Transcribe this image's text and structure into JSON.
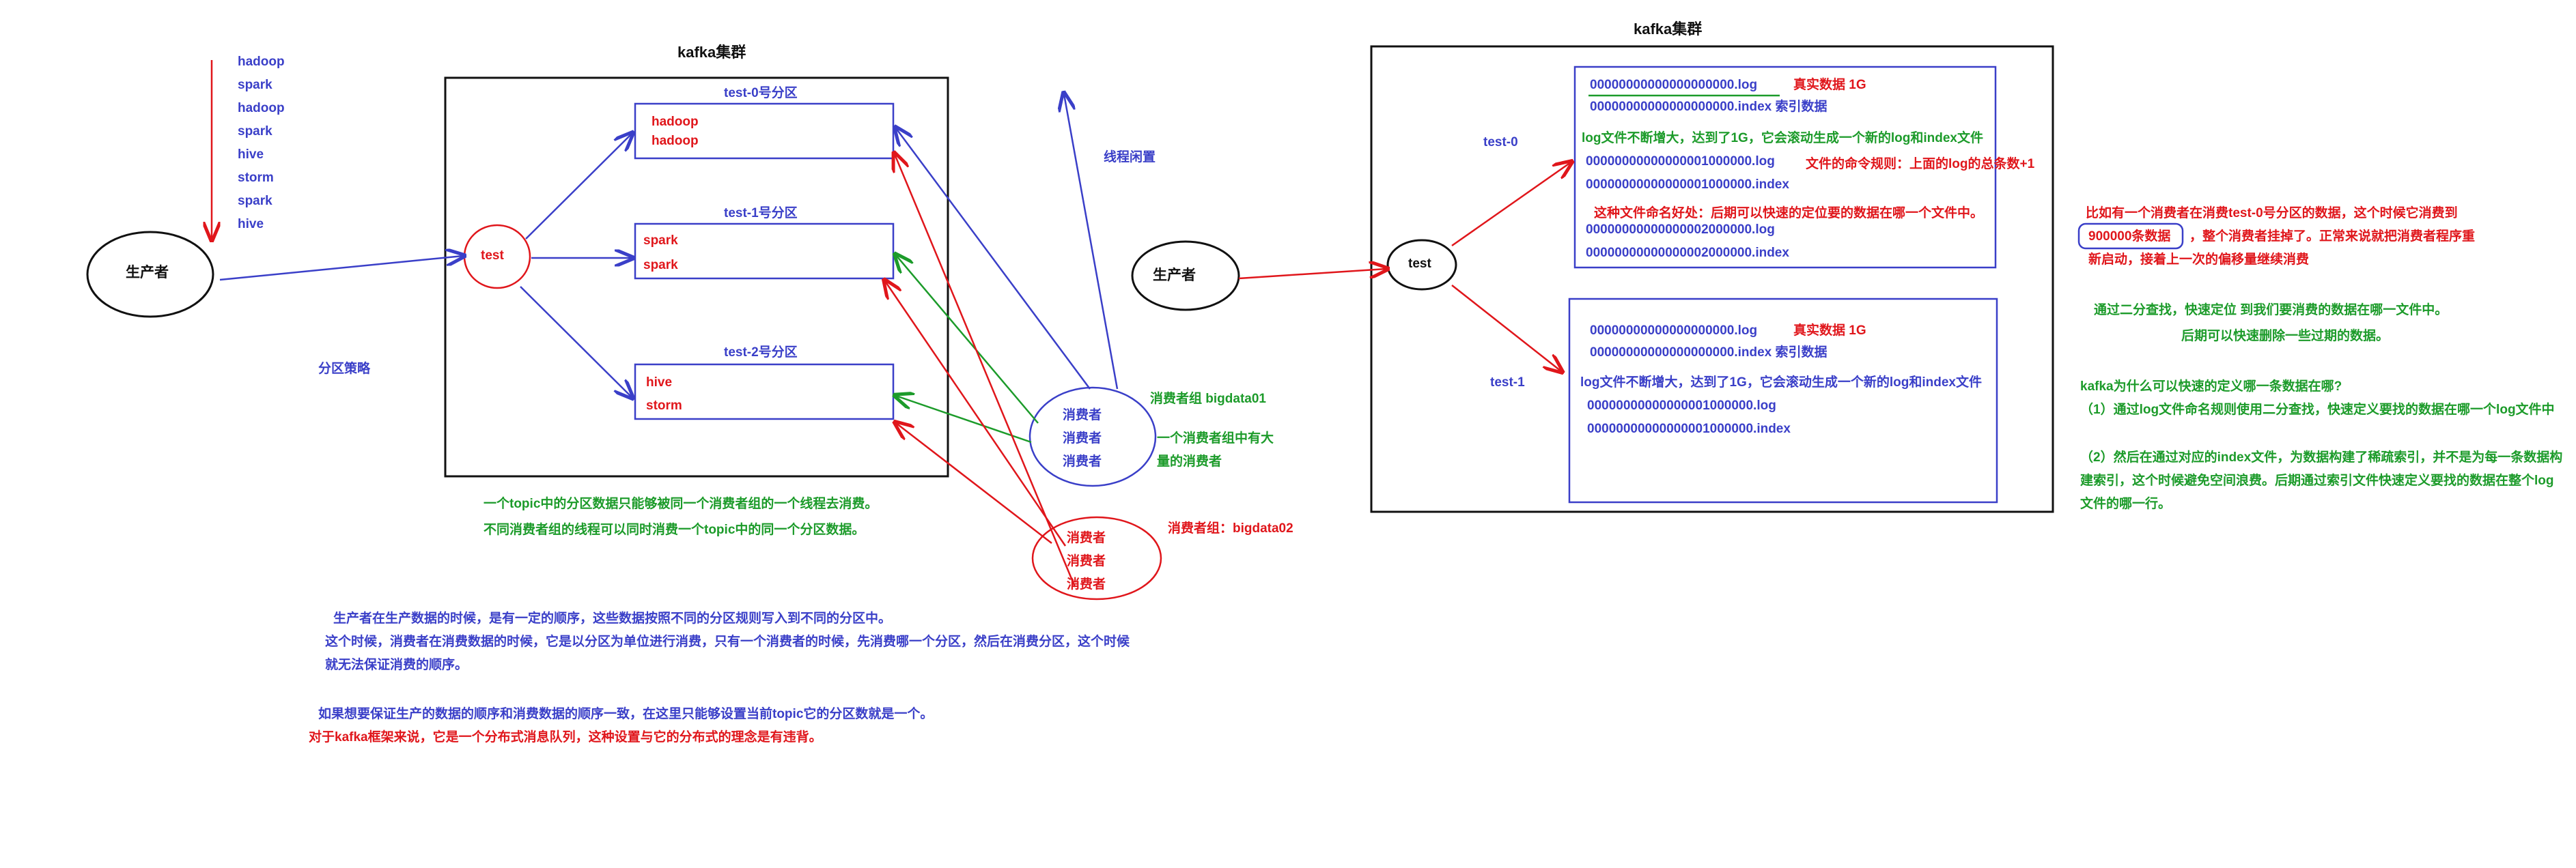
{
  "left": {
    "title": "kafka集群",
    "producer": "生产者",
    "data_stream": [
      "hadoop",
      "spark",
      "hadoop",
      "spark",
      "hive",
      "storm",
      "spark",
      "hive"
    ],
    "topic": "test",
    "partition_strategy": "分区策略",
    "partitions": [
      {
        "label": "test-0号分区",
        "items": [
          "hadoop",
          "hadoop"
        ]
      },
      {
        "label": "test-1号分区",
        "items": [
          "spark",
          "spark"
        ]
      },
      {
        "label": "test-2号分区",
        "items": [
          "hive",
          "storm"
        ]
      }
    ],
    "thread_idle": "线程闲置",
    "group1_consumers": [
      "消费者",
      "消费者",
      "消费者"
    ],
    "group1_label": "消费者组  bigdata01",
    "group1_note": "一个消费者组中有大量的消费者",
    "group1_note_l1": "一个消费者组中有大",
    "group1_note_l2": "量的消费者",
    "group2_consumers": [
      "消费者",
      "消费者",
      "消费者"
    ],
    "group2_label": "消费者组：bigdata02",
    "rule1": "一个topic中的分区数据只能够被同一个消费者组的一个线程去消费。",
    "rule2": "不同消费者组的线程可以同时消费一个topic中的同一个分区数据。",
    "para1_l1": "生产者在生产数据的时候，是有一定的顺序，这些数据按照不同的分区规则写入到不同的分区中。",
    "para1_l2": "这个时候，消费者在消费数据的时候，它是以分区为单位进行消费，只有一个消费者的时候，先消费哪一个分区，然后在消费分区，这个时候",
    "para1_l3": "就无法保证消费的顺序。",
    "para2_l1": "如果想要保证生产的数据的顺序和消费数据的顺序一致，在这里只能够设置当前topic它的分区数就是一个。",
    "para2_l2": "对于kafka框架来说，它是一个分布式消息队列，这种设置与它的分布式的理念是有违背。"
  },
  "right": {
    "title": "kafka集群",
    "producer": "生产者",
    "topic": "test",
    "p0_label": "test-0",
    "p1_label": "test-1",
    "p0": {
      "log1": "00000000000000000000.log",
      "log1_note": "真实数据     1G",
      "idx1": "00000000000000000000.index 索引数据",
      "roll": "log文件不断增大，达到了1G，它会滚动生成一个新的log和index文件",
      "log2": "00000000000000001000000.log",
      "naming_rule": "文件的命令规则：上面的log的总条数+1",
      "idx2": "00000000000000001000000.index",
      "benefit": "这种文件命名好处：后期可以快速的定位要的数据在哪一个文件中。",
      "log3": "00000000000000002000000.log",
      "idx3": "00000000000000002000000.index"
    },
    "p1": {
      "log1": "00000000000000000000.log",
      "log1_note": "真实数据     1G",
      "idx1": "00000000000000000000.index 索引数据",
      "roll": "log文件不断增大，达到了1G，它会滚动生成一个新的log和index文件",
      "log2": "00000000000000001000000.log",
      "idx2": "00000000000000001000000.index"
    },
    "note_a_l1": "比如有一个消费者在消费test-0号分区的数据，这个时候它消费到",
    "note_a_box": "900000条数据",
    "note_a_l2": "，整个消费者挂掉了。正常来说就把消费者程序重",
    "note_a_l3": "新启动，接着上一次的偏移量继续消费",
    "note_b_l1": "通过二分查找，快速定位 到我们要消费的数据在哪一文件中。",
    "note_b_l2": "后期可以快速删除一些过期的数据。",
    "q_title": "kafka为什么可以快速的定义哪一条数据在哪?",
    "q1": "（1）通过log文件命名规则使用二分查找，快速定义要找的数据在哪一个log文件中",
    "q2_l1": "（2）然后在通过对应的index文件，为数据构建了稀疏索引，并不是为每一条数据构",
    "q2_l2": "建索引，这个时候避免空间浪费。后期通过索引文件快速定义要找的数据在整个log",
    "q2_l3": "文件的哪一行。"
  },
  "colors": {
    "blue": "#3a3fc8",
    "red": "#e0161b",
    "green": "#1c9b2a",
    "black": "#111111"
  }
}
